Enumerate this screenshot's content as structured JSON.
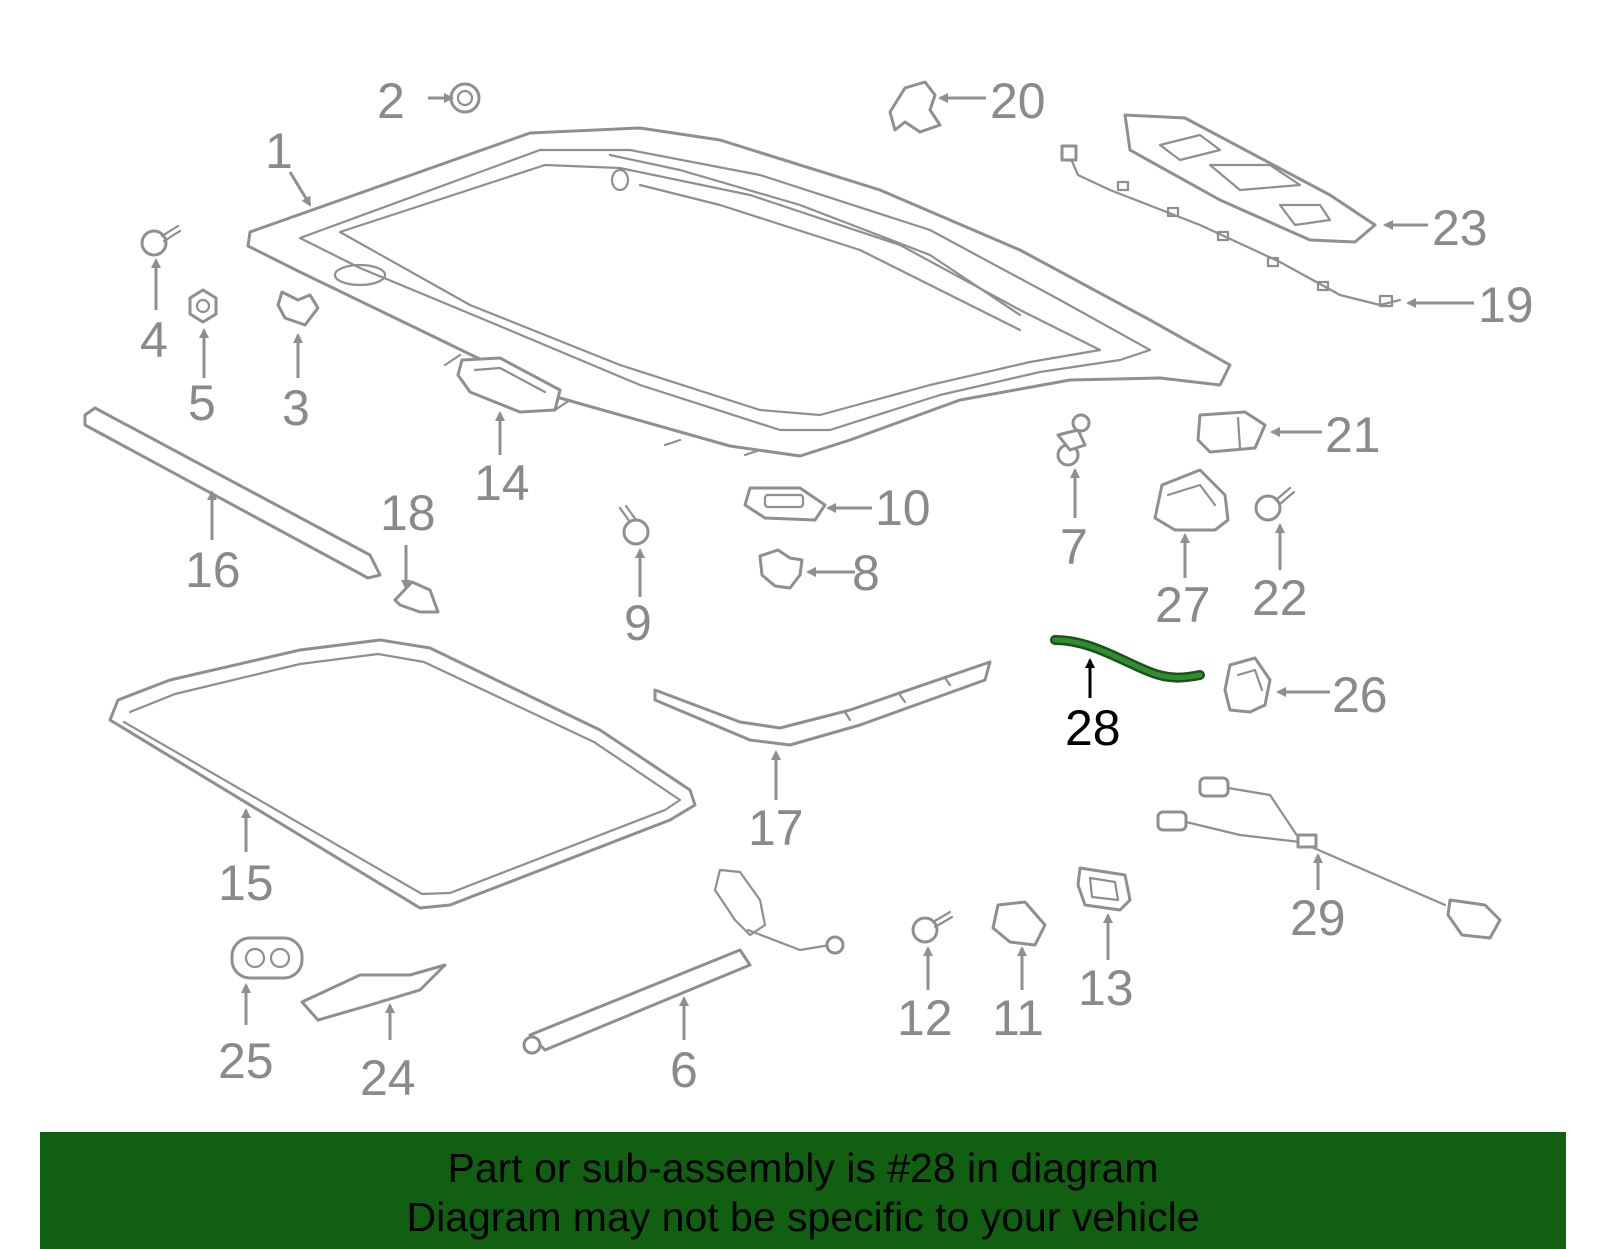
{
  "diagram": {
    "highlighted_part": "28",
    "highlight_color": "#1e7a1e",
    "part_color": "#8f8f8f",
    "labels": [
      "1",
      "2",
      "3",
      "4",
      "5",
      "6",
      "7",
      "8",
      "9",
      "10",
      "11",
      "12",
      "13",
      "14",
      "15",
      "16",
      "17",
      "18",
      "19",
      "20",
      "21",
      "22",
      "23",
      "24",
      "25",
      "26",
      "27",
      "28",
      "29"
    ]
  },
  "footer": {
    "line1": "Part or sub-assembly is #28 in diagram",
    "line2": "Diagram may not be specific to your vehicle",
    "background": "#116011"
  }
}
